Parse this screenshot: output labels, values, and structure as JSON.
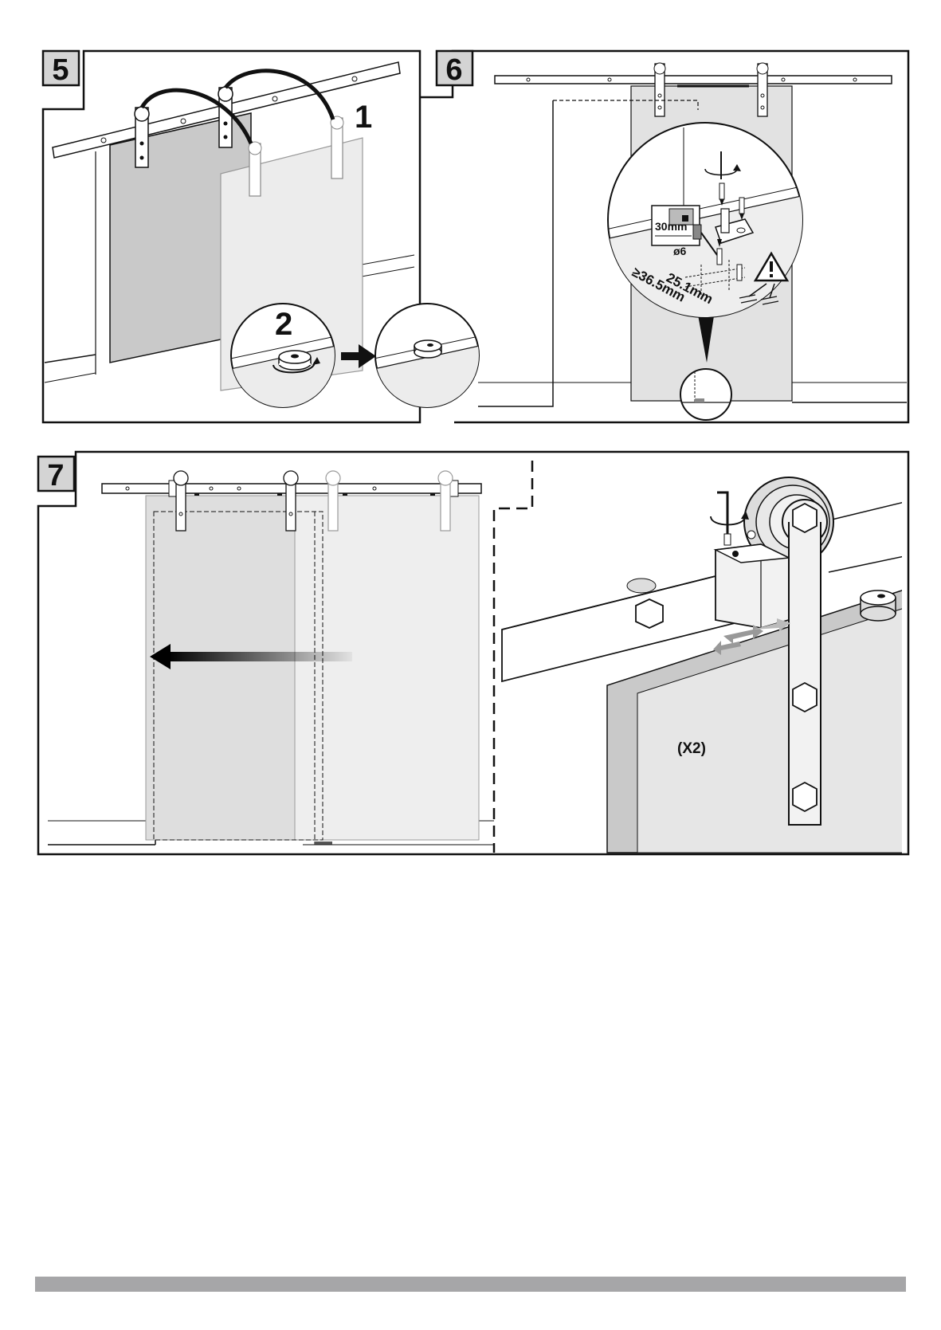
{
  "colors": {
    "ink": "#111111",
    "door_dark": "#c9c9c9",
    "door_light": "#ececec",
    "panel_fill": "#e2e2e2",
    "footer_bar": "#a6a6a8"
  },
  "steps": [
    {
      "number": "5",
      "callouts": [
        "1",
        "2"
      ]
    },
    {
      "number": "6",
      "drill_depth": "30mm",
      "drill_diameter": "ø6",
      "dimension_a": "25.1mm",
      "dimension_b": "≥36.5mm"
    },
    {
      "number": "7",
      "quantity": "(X2)"
    }
  ]
}
